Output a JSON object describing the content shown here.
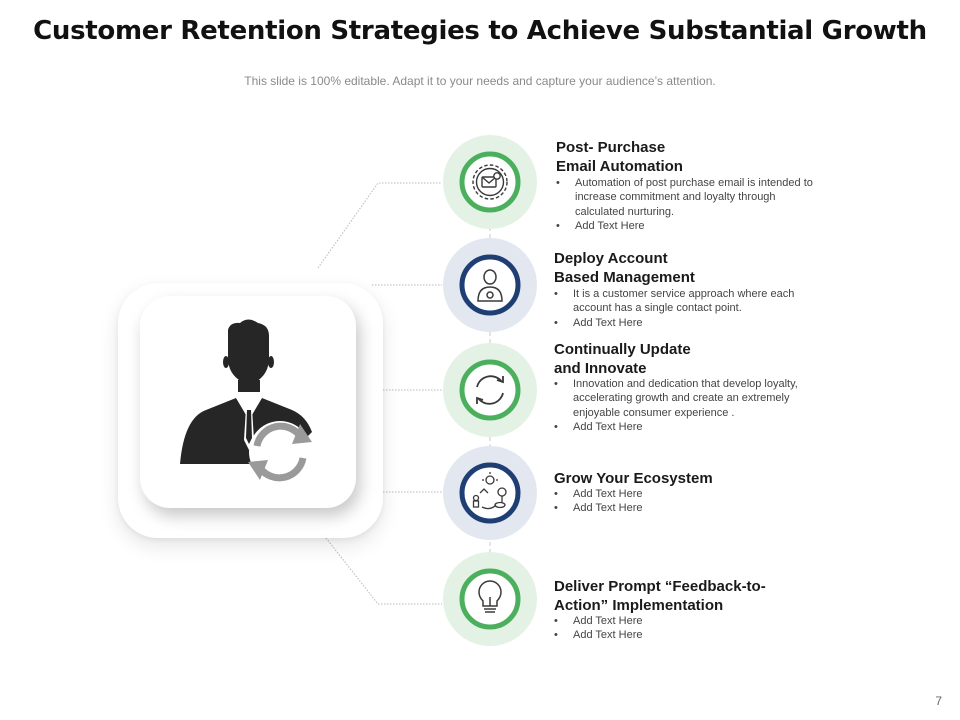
{
  "slide": {
    "title": "Customer Retention Strategies to Achieve Substantial Growth",
    "subtitle": "This slide is 100% editable. Adapt it to your needs and capture your audience’s attention.",
    "page_number": "7"
  },
  "colors": {
    "green": "#4caf5e",
    "navy": "#1f3f74",
    "green_halo": "#e3f2e5",
    "navy_halo": "#e2e7f0",
    "icon_dark": "#3a3a3a",
    "person": "#262626",
    "arrows": "#9a9a9a"
  },
  "items": [
    {
      "title_line1": "Post- Purchase",
      "title_line2": "Email Automation",
      "icon": "gear-email-icon",
      "bullets": [
        "Automation of post purchase email is intended to increase commitment and loyalty through calculated nurturing.",
        "Add Text Here"
      ]
    },
    {
      "title_line1": "Deploy Account",
      "title_line2": "Based Management",
      "icon": "account-manager-icon",
      "bullets": [
        "It is a customer service approach where each account has a single contact point.",
        "Add Text Here"
      ]
    },
    {
      "title_line1": "Continually Update",
      "title_line2": "and Innovate",
      "icon": "refresh-icon",
      "bullets": [
        "Innovation and dedication that develop loyalty, accelerating growth and create an extremely enjoyable consumer experience .",
        "Add Text Here"
      ]
    },
    {
      "title_line1": "Grow Your Ecosystem",
      "title_line2": "",
      "icon": "ecosystem-icon",
      "bullets": [
        "Add Text Here",
        "Add Text Here"
      ]
    },
    {
      "title_line1": "Deliver Prompt “Feedback-to-",
      "title_line2": "Action” Implementation",
      "icon": "lightbulb-icon",
      "bullets": [
        "Add Text Here",
        "Add Text Here"
      ]
    }
  ]
}
